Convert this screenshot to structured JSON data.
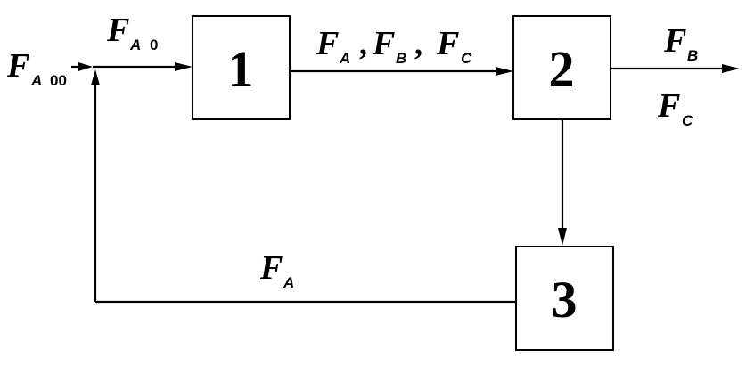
{
  "diagram": {
    "blocks": [
      {
        "id": "1",
        "label": "1"
      },
      {
        "id": "2",
        "label": "2"
      },
      {
        "id": "3",
        "label": "3"
      }
    ],
    "labels": {
      "feed_fresh": {
        "symbol": "F",
        "sub": "A",
        "subnum": "00"
      },
      "feed_mixed": {
        "symbol": "F",
        "sub": "A",
        "subnum": "0"
      },
      "stream_1_2": [
        {
          "symbol": "F",
          "sub": "A"
        },
        {
          "symbol": "F",
          "sub": "B"
        },
        {
          "symbol": "F",
          "sub": "C"
        }
      ],
      "separator": ",",
      "product_B": {
        "symbol": "F",
        "sub": "B"
      },
      "product_C": {
        "symbol": "F",
        "sub": "C"
      },
      "recycle": {
        "symbol": "F",
        "sub": "A"
      }
    }
  }
}
